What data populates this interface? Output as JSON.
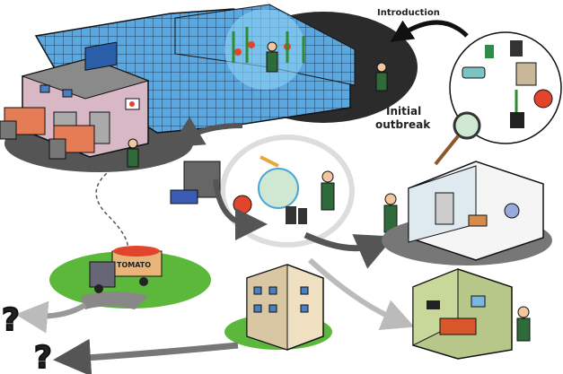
{
  "labels": {
    "introduction": "Introduction",
    "initial_outbreak_line1": "Initial",
    "initial_outbreak_line2": "outbreak",
    "truck_sign": "TOMATO",
    "unknown_1": "?",
    "unknown_2": "?"
  },
  "colors": {
    "greenhouse": "#4f9fd8",
    "outbreak_zone": "#2b2b2b",
    "warehouse": "#d9b8c6",
    "grass": "#5cb83a",
    "arrow_dark": "#555555",
    "arrow_light": "#bbbbbb",
    "tomato": "#e2452b"
  }
}
